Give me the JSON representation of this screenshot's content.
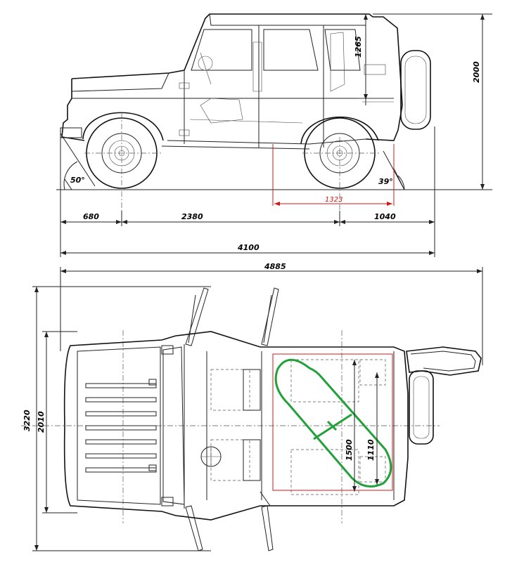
{
  "side_view": {
    "dimensions": {
      "front_overhang": "680",
      "wheelbase": "2380",
      "rear_overhang": "1040",
      "overall_length": "4100",
      "cargo_length": "1323",
      "roof_height": "1265",
      "overall_height": "2000",
      "approach_angle": "50°",
      "departure_angle": "39°"
    }
  },
  "top_view": {
    "dimensions": {
      "length_doors_open": "4885",
      "width_doors_open": "3220",
      "overall_width": "2010",
      "cargo_width": "1500",
      "cargo_width_inner": "1110"
    }
  },
  "colors": {
    "line": "#222222",
    "highlight_red": "#d01818",
    "highlight_green": "#22a03a"
  }
}
